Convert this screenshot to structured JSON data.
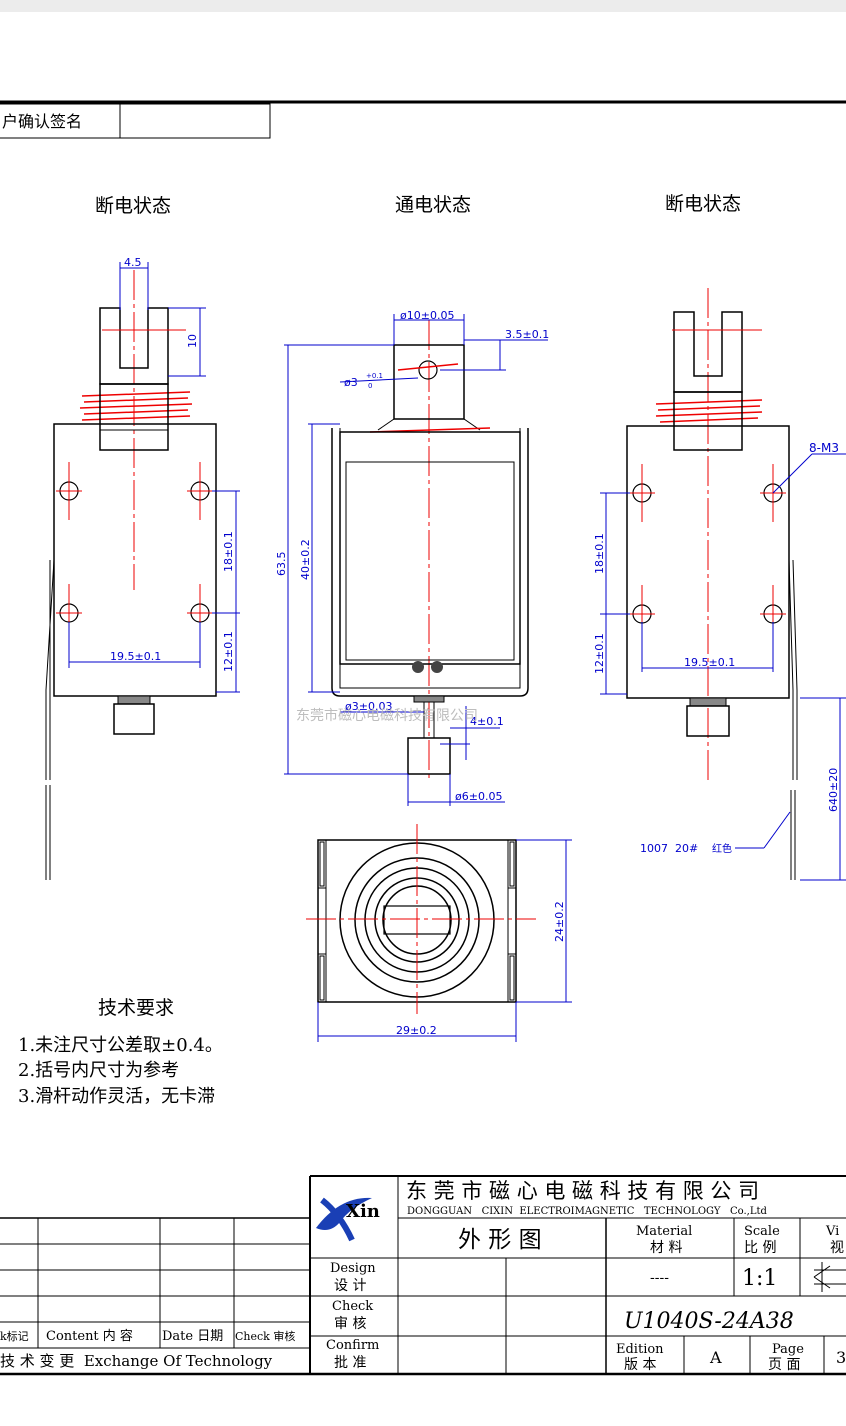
{
  "header": {
    "customer_signature_label": "户确认签名",
    "customer_signature_value": ""
  },
  "views": {
    "left_title": "断电状态",
    "middle_title": "通电状态",
    "right_title": "断电状态"
  },
  "dimensions": {
    "slot_width": "4.5",
    "slot_depth": "10",
    "hole_spacing_v_left": "18±0.1",
    "hole_offset_left": "12±0.1",
    "hole_spacing_h_left": "19.5±0.1",
    "shaft_dia": "ø10±0.05",
    "pin_offset": "3.5±0.1",
    "pin_hole": "ø3",
    "pin_hole_tol_upper": "+0.1",
    "pin_hole_tol_lower": "0",
    "overall_height": "63.5",
    "frame_height": "40±0.2",
    "plunger_dia": "ø3±0.03",
    "stub_len": "4±0.1",
    "stub_dia": "ø6±0.05",
    "mount_thread": "8-M3",
    "hole_spacing_v_right": "18±0.1",
    "hole_offset_right": "12±0.1",
    "hole_spacing_h_right": "19.5±0.1",
    "lead_length": "640±20",
    "lead_spec": "1007  20#",
    "lead_color": "红色",
    "bottom_height": "24±0.2",
    "bottom_width": "29±0.2"
  },
  "watermark": "东莞市磁心电磁科技有限公司",
  "notes": {
    "title": "技术要求",
    "items": [
      "1.未注尺寸公差取±0.4。",
      "2.括号内尺寸为参考",
      "3.滑杆动作灵活，无卡滞"
    ]
  },
  "title_block": {
    "logo_text": "Xin",
    "company_cn": "东 莞 市 磁 心 电 磁 科 技 有 限 公 司",
    "company_en": "DONGGUAN   CIXIN  ELECTROIMAGNETIC   TECHNOLOGY   Co.,Ltd",
    "drawing_name": "外 形 图",
    "material_en": "Material",
    "material_cn": "材 料",
    "material_value": "----",
    "scale_en": "Scale",
    "scale_cn": "比 例",
    "scale_value": "1:1",
    "view_en": "Vi",
    "view_cn": "视",
    "design_en": "Design",
    "design_cn": "设 计",
    "check_en": "Check",
    "check_cn": "审 核",
    "confirm_en": "Confirm",
    "confirm_cn": "批 准",
    "part_number": "U1040S-24A38",
    "edition_en": "Edition",
    "edition_cn": "版 本",
    "edition_value": "A",
    "page_en": "Page",
    "page_cn": "页 面",
    "page_value": "3",
    "rev_mark": "k标记",
    "rev_content": "Content 内 容",
    "rev_date": "Date 日期",
    "rev_check": "Check 审核",
    "rev_footer": "技 术 变 更  Exchange Of Technology"
  }
}
